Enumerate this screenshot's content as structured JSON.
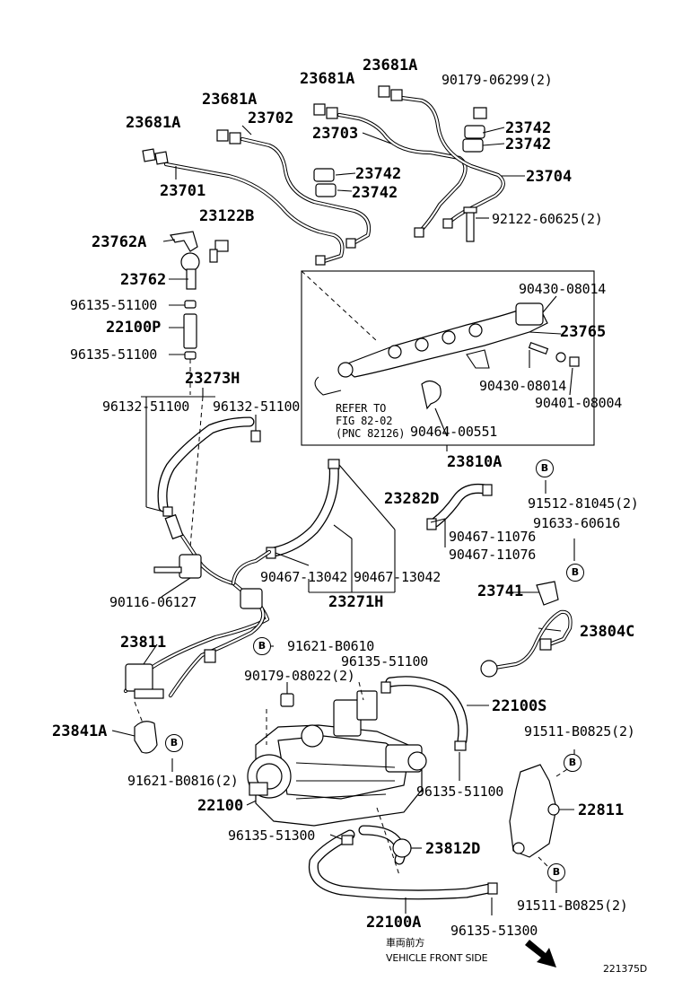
{
  "labels": {
    "p23681A_1": "23681A",
    "p23681A_2": "23681A",
    "p23681A_3": "23681A",
    "p23681A_4": "23681A",
    "p90179_06299": "90179-06299(2)",
    "p23702": "23702",
    "p23703": "23703",
    "p23742_1": "23742",
    "p23742_2": "23742",
    "p23742_3": "23742",
    "p23742_4": "23742",
    "p23704": "23704",
    "p23701": "23701",
    "p92122": "92122-60625(2)",
    "p23122B": "23122B",
    "p23762A": "23762A",
    "p23762": "23762",
    "p96135_51100_1": "96135-51100",
    "p22100P": "22100P",
    "p96135_51100_2": "96135-51100",
    "p90430_08014_1": "90430-08014",
    "p23765": "23765",
    "p90430_08014_2": "90430-08014",
    "p90401_08004": "90401-08004",
    "p23273H": "23273H",
    "p96132_51100_1": "96132-51100",
    "p96132_51100_2": "96132-51100",
    "p90464_00551": "90464-00551",
    "p23810A": "23810A",
    "p23282D": "23282D",
    "p91512_81045": "91512-81045(2)",
    "p91633_60616": "91633-60616",
    "p90467_11076_1": "90467-11076",
    "p90467_11076_2": "90467-11076",
    "p90467_13042_1": "90467-13042",
    "p90467_13042_2": "90467-13042",
    "p23271H": "23271H",
    "p90116_06127": "90116-06127",
    "p23741": "23741",
    "p23804C": "23804C",
    "p23811": "23811",
    "p91621_B0610": "91621-B0610",
    "p96135_51100_3": "96135-51100",
    "p90179_08022": "90179-08022(2)",
    "p22100S": "22100S",
    "p23841A": "23841A",
    "p91511_B0825_1": "91511-B0825(2)",
    "p91621_B0816": "91621-B0816(2)",
    "p96135_51100_4": "96135-51100",
    "p22100": "22100",
    "p22811": "22811",
    "p96135_51300_1": "96135-51300",
    "p23812D": "23812D",
    "p91511_B0825_2": "91511-B0825(2)",
    "p22100A": "22100A",
    "p96135_51300_2": "96135-51300"
  },
  "refer": {
    "line1": "REFER TO",
    "line2": "FIG 82-02",
    "line3": "(PNC 82126)"
  },
  "marker": "B",
  "front": {
    "japanese": "車両前方",
    "english": "VEHICLE FRONT SIDE"
  },
  "drawing_id": "221375D"
}
